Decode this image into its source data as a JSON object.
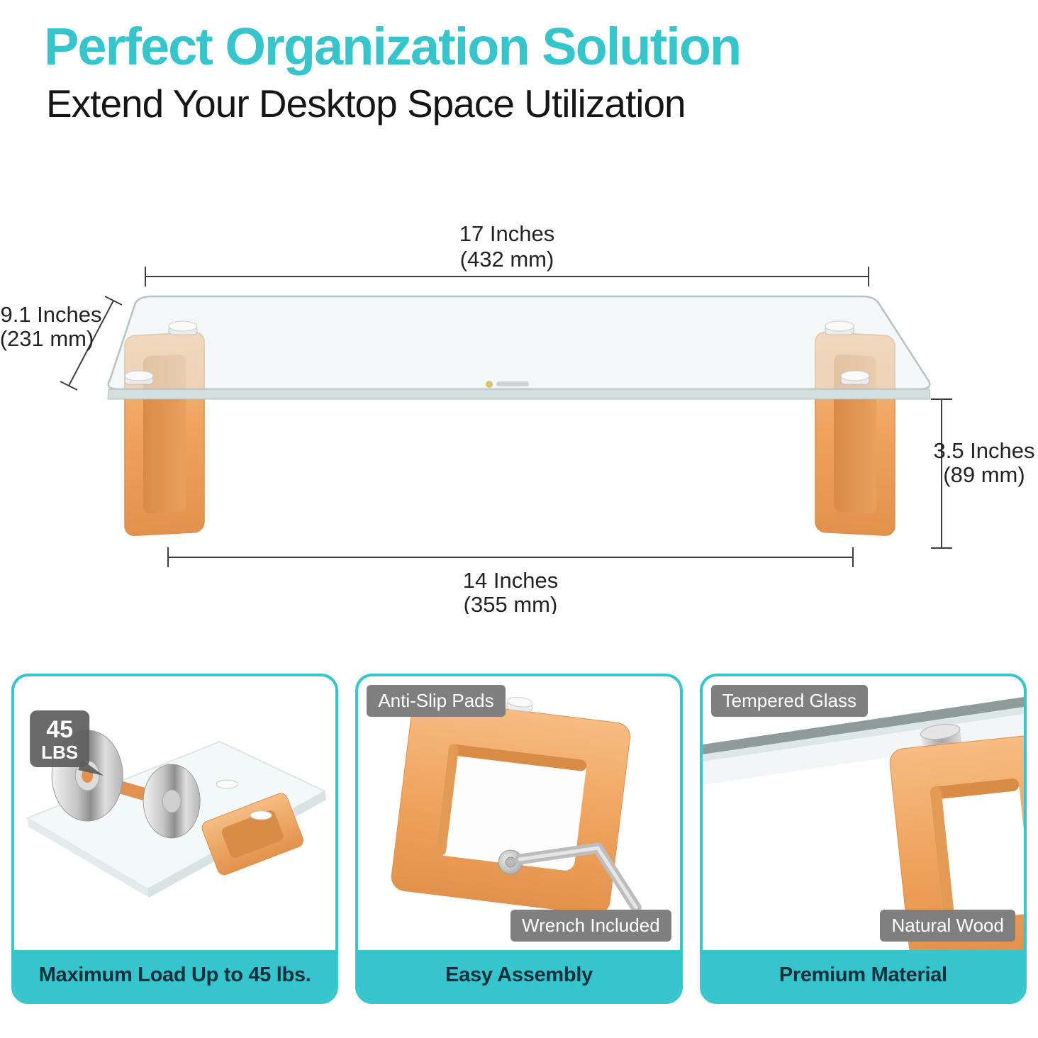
{
  "header": {
    "title": "Perfect Organization Solution",
    "subtitle": "Extend Your Desktop Space Utilization"
  },
  "diagram": {
    "width_top": {
      "inches": "17 Inches",
      "mm": "(432 mm)"
    },
    "depth": {
      "inches": "9.1 Inches",
      "mm": "(231 mm)"
    },
    "height": {
      "inches": "3.5 Inches",
      "mm": "(89 mm)"
    },
    "width_bottom": {
      "inches": "14 Inches",
      "mm": "(355 mm)"
    }
  },
  "cards": {
    "load": {
      "caption": "Maximum Load Up to 45 lbs.",
      "weight_value": "45",
      "weight_unit": "LBS"
    },
    "assembly": {
      "caption": "Easy Assembly",
      "badge_top": "Anti-Slip Pads",
      "badge_bottom": "Wrench Included"
    },
    "material": {
      "caption": "Premium Material",
      "badge_top": "Tempered Glass",
      "badge_bottom": "Natural Wood"
    }
  },
  "colors": {
    "accent_teal": "#36c5cd",
    "wood": "#efa25c",
    "badge_gray": "#7f7f7f",
    "caption_text": "#15303d"
  }
}
